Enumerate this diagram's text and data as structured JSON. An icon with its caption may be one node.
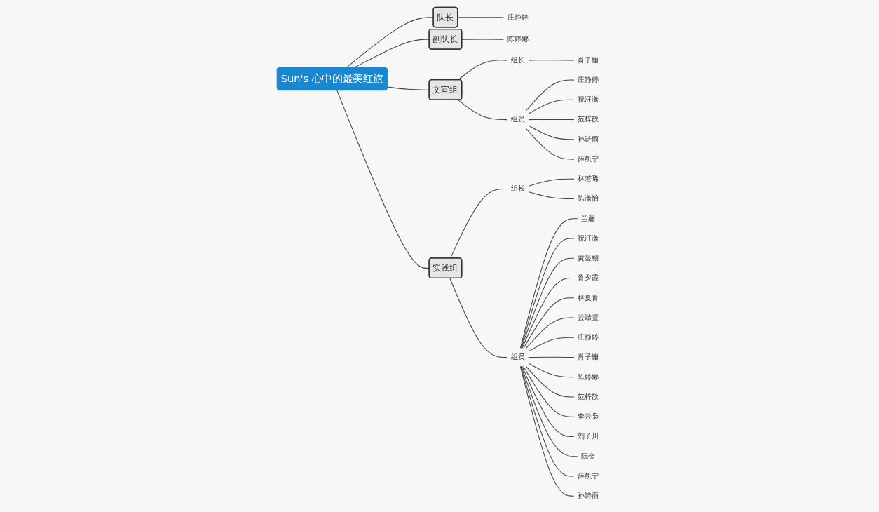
{
  "diagram": {
    "nodes": [
      {
        "text": [
          "Sun's 心中的最美红旗"
        ]
      },
      {
        "text": [
          "队长"
        ]
      },
      {
        "text": [
          "庄静婷"
        ]
      },
      {
        "text": [
          "副队长"
        ]
      },
      {
        "text": [
          "陈婷娜"
        ]
      },
      {
        "text": [
          "文宣组"
        ]
      },
      {
        "text": [
          "组长"
        ]
      },
      {
        "text": [
          "肖子姗"
        ]
      },
      {
        "text": [
          "组员"
        ]
      },
      {
        "text": [
          "庄静婷"
        ]
      },
      {
        "text": [
          "祝汪潇"
        ]
      },
      {
        "text": [
          "范梓歆"
        ]
      },
      {
        "text": [
          "孙诗雨"
        ]
      },
      {
        "text": [
          "薛凯宁"
        ]
      },
      {
        "text": [
          "实践组"
        ]
      },
      {
        "text": [
          "组长"
        ]
      },
      {
        "text": [
          "林若唏"
        ]
      },
      {
        "text": [
          "陈潇怡"
        ]
      },
      {
        "text": [
          "组员"
        ]
      },
      {
        "text": [
          "兰馨"
        ]
      },
      {
        "text": [
          "祝汪潇"
        ]
      },
      {
        "text": [
          "黄显栩"
        ]
      },
      {
        "text": [
          "鲁夕霞"
        ]
      },
      {
        "text": [
          "林夏青"
        ]
      },
      {
        "text": [
          "云靖萱"
        ]
      },
      {
        "text": [
          "庄静婷"
        ]
      },
      {
        "text": [
          "肖子姗"
        ]
      },
      {
        "text": [
          "陈婷娜"
        ]
      },
      {
        "text": [
          "范梓歆"
        ]
      },
      {
        "text": [
          "李云枭"
        ]
      },
      {
        "text": [
          "刘子川"
        ]
      },
      {
        "text": [
          "阮金"
        ]
      },
      {
        "text": [
          "薛凯宁"
        ]
      },
      {
        "text": [
          "孙诗雨"
        ]
      }
    ],
    "edges": [
      {
        "from": 0,
        "to": 1,
        "arrow": "none"
      },
      {
        "from": 1,
        "to": 2,
        "arrow": "none"
      },
      {
        "from": 0,
        "to": 3,
        "arrow": "none"
      },
      {
        "from": 3,
        "to": 4,
        "arrow": "none"
      },
      {
        "from": 0,
        "to": 5,
        "arrow": "none"
      },
      {
        "from": 5,
        "to": 6,
        "arrow": "none"
      },
      {
        "from": 6,
        "to": 7,
        "arrow": "none"
      },
      {
        "from": 5,
        "to": 8,
        "arrow": "none"
      },
      {
        "from": 8,
        "to": 9,
        "arrow": "none"
      },
      {
        "from": 8,
        "to": 10,
        "arrow": "none"
      },
      {
        "from": 8,
        "to": 11,
        "arrow": "none"
      },
      {
        "from": 8,
        "to": 12,
        "arrow": "none"
      },
      {
        "from": 8,
        "to": 13,
        "arrow": "none"
      },
      {
        "from": 0,
        "to": 14,
        "arrow": "none"
      },
      {
        "from": 14,
        "to": 15,
        "arrow": "none"
      },
      {
        "from": 15,
        "to": 16,
        "arrow": "none"
      },
      {
        "from": 15,
        "to": 17,
        "arrow": "none"
      },
      {
        "from": 14,
        "to": 18,
        "arrow": "none"
      },
      {
        "from": 18,
        "to": 19,
        "arrow": "none"
      },
      {
        "from": 18,
        "to": 20,
        "arrow": "none"
      },
      {
        "from": 18,
        "to": 21,
        "arrow": "none"
      },
      {
        "from": 18,
        "to": 22,
        "arrow": "none"
      },
      {
        "from": 18,
        "to": 23,
        "arrow": "none"
      },
      {
        "from": 18,
        "to": 24,
        "arrow": "none"
      },
      {
        "from": 18,
        "to": 25,
        "arrow": "none"
      },
      {
        "from": 18,
        "to": 26,
        "arrow": "none"
      },
      {
        "from": 18,
        "to": 27,
        "arrow": "none"
      },
      {
        "from": 18,
        "to": 28,
        "arrow": "none"
      },
      {
        "from": 18,
        "to": 29,
        "arrow": "none"
      },
      {
        "from": 18,
        "to": 30,
        "arrow": "none"
      },
      {
        "from": 18,
        "to": 31,
        "arrow": "none"
      },
      {
        "from": 18,
        "to": 32,
        "arrow": "none"
      },
      {
        "from": 18,
        "to": 33,
        "arrow": "none"
      }
    ]
  }
}
